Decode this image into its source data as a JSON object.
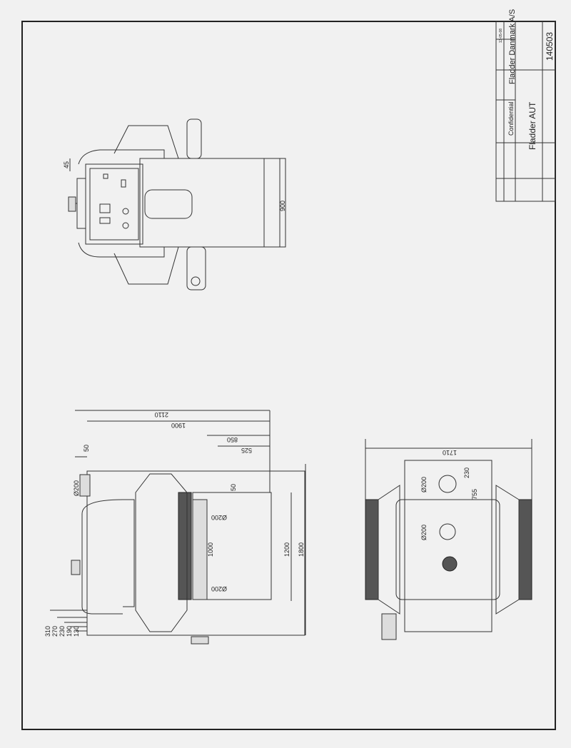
{
  "title_block": {
    "company": "Fladder Danmark A/S",
    "classification": "Confidential",
    "title": "Fladder AUT",
    "drawing_number": "140503",
    "date": "13-05-08"
  },
  "top_view": {
    "dims": [
      "45",
      "900"
    ]
  },
  "side_view": {
    "dims": [
      "2110",
      "1900",
      "850",
      "525",
      "50",
      "Ø200",
      "50",
      "Ø200",
      "1000",
      "Ø200",
      "1200",
      "1800",
      "310",
      "270",
      "230",
      "190",
      "130"
    ]
  },
  "front_view": {
    "dims": [
      "1710",
      "Ø200",
      "230",
      "755",
      "Ø200"
    ]
  }
}
